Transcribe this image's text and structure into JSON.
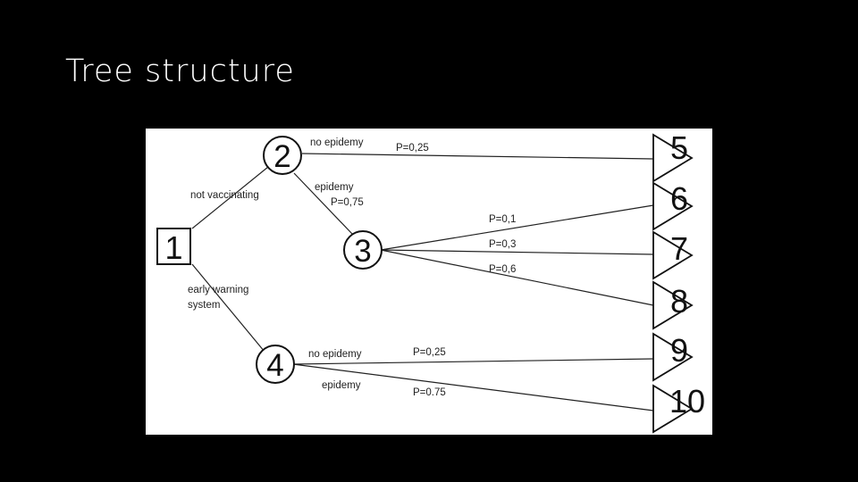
{
  "slide": {
    "title": "Tree structure"
  },
  "nodes": {
    "n1": "1",
    "n2": "2",
    "n3": "3",
    "n4": "4",
    "n5": "5",
    "n6": "6",
    "n7": "7",
    "n8": "8",
    "n9": "9",
    "n10": "10"
  },
  "edges": {
    "not_vaccinating": "not vaccinating",
    "early_warning_line1": "early warning",
    "early_warning_line2": "system",
    "no_epidemy_top": "no epidemy",
    "p_no_epidemy_top": "P=0,25",
    "epidemy_top": "epidemy",
    "p_epidemy_top": "P=0,75",
    "p_to_6": "P=0,1",
    "p_to_7": "P=0,3",
    "p_to_8": "P=0,6",
    "no_epidemy_bottom": "no epidemy",
    "p_no_epidemy_bottom": "P=0,25",
    "epidemy_bottom": "epidemy",
    "p_epidemy_bottom": "P=0.75"
  }
}
